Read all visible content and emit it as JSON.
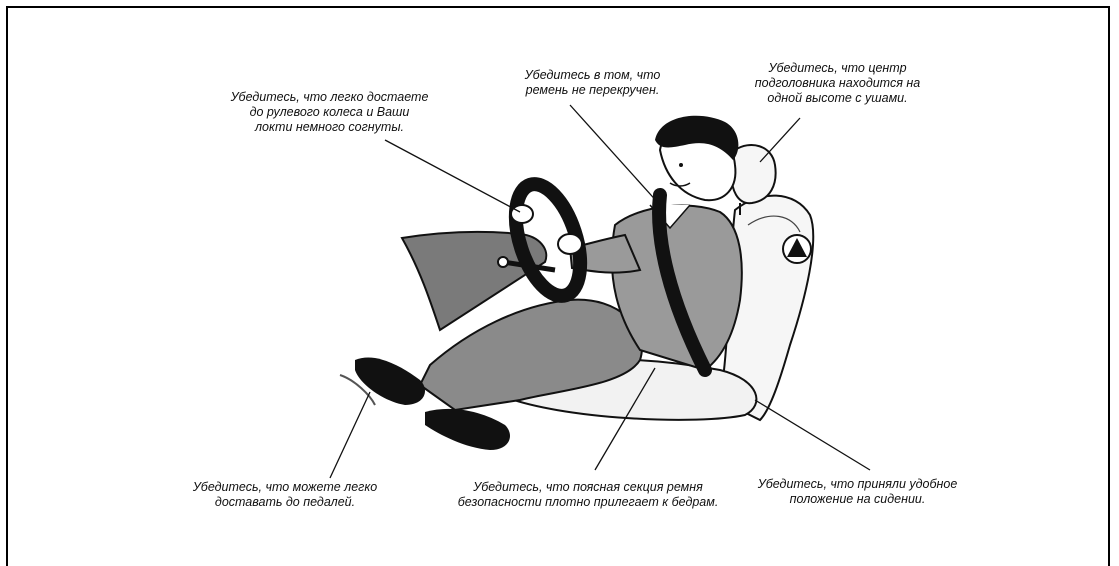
{
  "annotations": {
    "steering": {
      "lines": [
        "Убедитесь, что легко достаете",
        "до рулевого колеса и Ваши",
        "локти немного согнуты."
      ]
    },
    "belt_twist": {
      "lines": [
        "Убедитесь в том, что",
        "ремень не перекручен."
      ]
    },
    "headrest": {
      "lines": [
        "Убедитесь, что центр",
        "подголовника находится на",
        "одной высоте с ушами."
      ]
    },
    "pedals": {
      "lines": [
        "Убедитесь, что можете легко",
        "доставать до педалей."
      ]
    },
    "lap_belt": {
      "lines": [
        "Убедитесь, что поясная секция ремня",
        "безопасности плотно прилегает к бедрам."
      ]
    },
    "seat_position": {
      "lines": [
        "Убедитесь, что приняли удобное",
        "положение на сидении."
      ]
    }
  }
}
